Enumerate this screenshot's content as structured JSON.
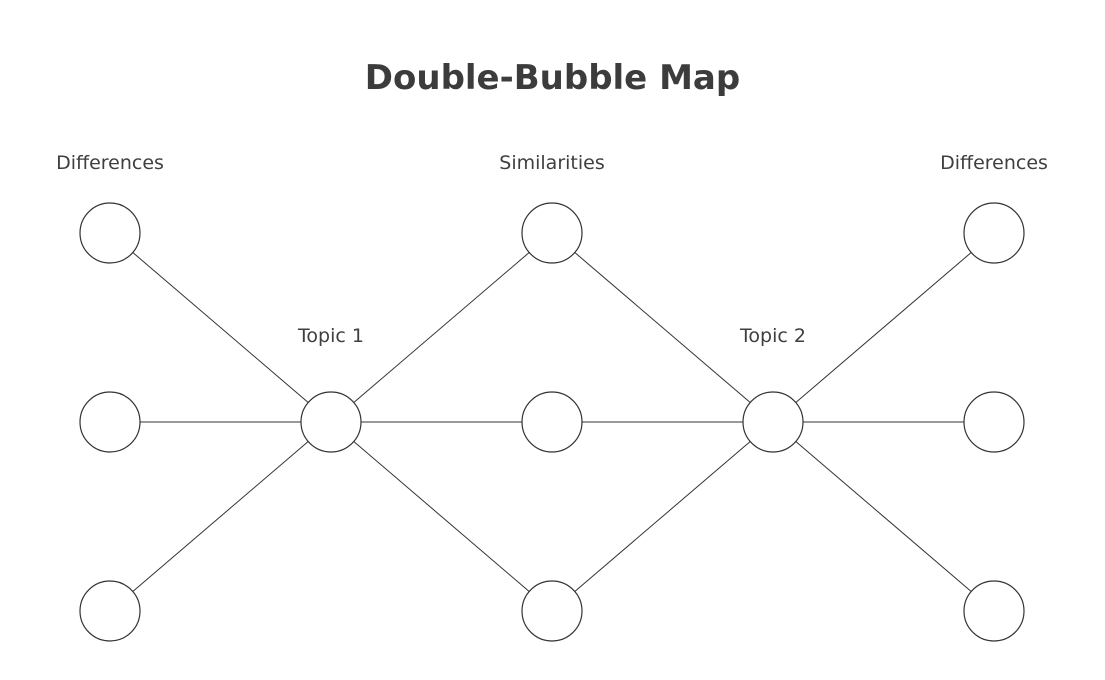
{
  "title": "Double-Bubble Map",
  "labels": {
    "differences_left": "Differences",
    "similarities": "Similarities",
    "differences_right": "Differences",
    "topic1": "Topic 1",
    "topic2": "Topic 2"
  },
  "colors": {
    "stroke": "#333333",
    "text": "#3f3f3f",
    "background": "#ffffff"
  }
}
